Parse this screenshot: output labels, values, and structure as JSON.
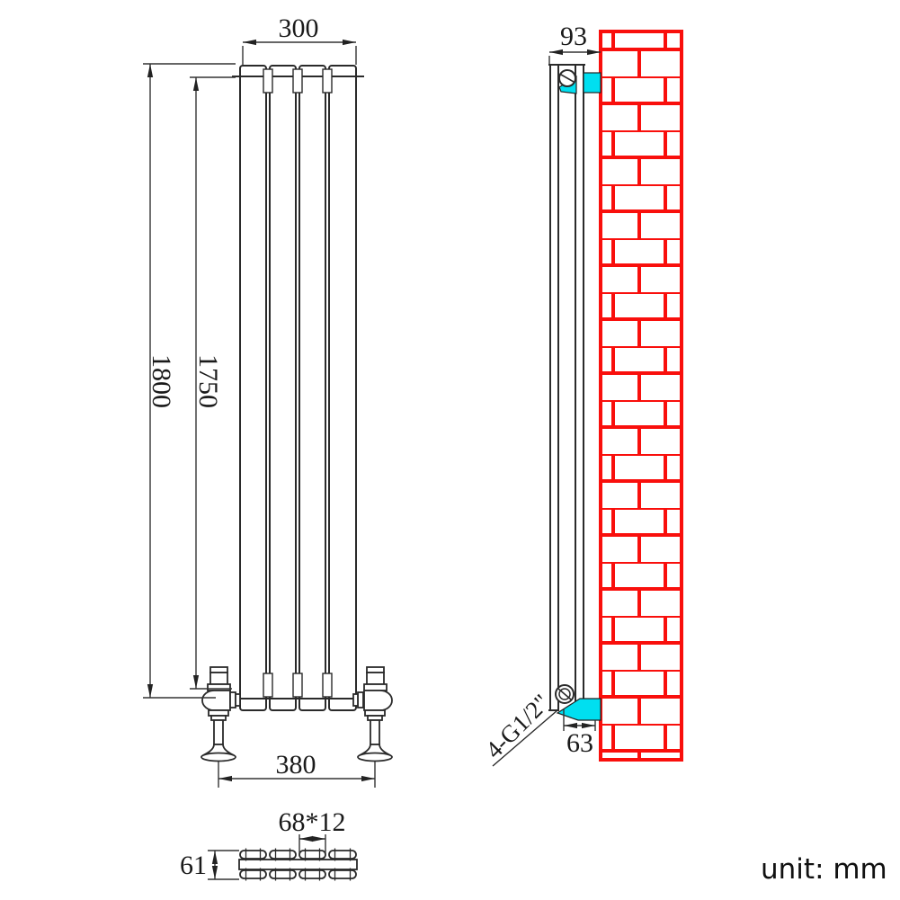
{
  "dimensions": {
    "front_width": "300",
    "front_overall_height": "1800",
    "front_connection_height": "1750",
    "valve_foot_spacing": "380",
    "side_depth": "93",
    "bottom_connection_offset": "63",
    "connection_thread": "4-G1/2\"",
    "tube_profile": "68*12",
    "section_depth": "61"
  },
  "labels": {
    "unit": "unit: mm"
  },
  "colors": {
    "line": "#2a2a2a",
    "brick_red": "#f90f0c",
    "bracket_cyan": "#00dff0"
  }
}
